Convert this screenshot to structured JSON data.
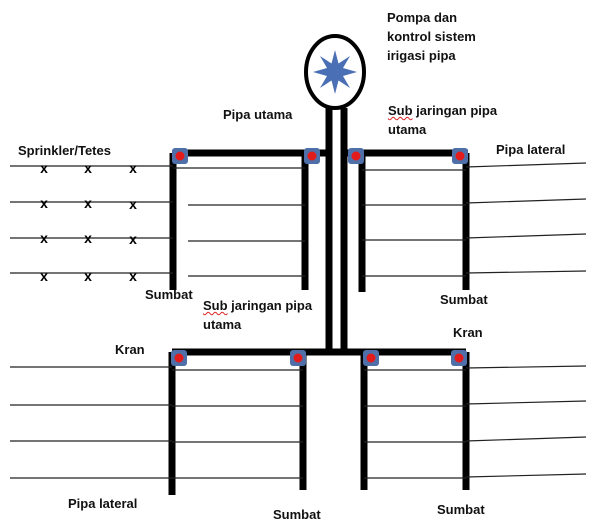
{
  "labels": {
    "pump_line1": "Pompa dan",
    "pump_line2": "kontrol sistem",
    "pump_line3": "irigasi pipa",
    "main_pipe": "Pipa utama",
    "sub_top_word": "Sub",
    "sub_top_rest": " jaringan pipa",
    "sub_top_line2": "utama",
    "sprinkler": "Sprinkler/Tetes",
    "lateral_top": "Pipa lateral",
    "plug_top_left": "Sumbat",
    "plug_top_right": "Sumbat",
    "sub_mid_word": "Sub",
    "sub_mid_rest": " jaringan pipa",
    "sub_mid_line2": "utama",
    "valve_left": "Kran",
    "valve_right": "Kran",
    "lateral_bottom": "Pipa lateral",
    "plug_bottom_mid": "Sumbat",
    "plug_bottom_right": "Sumbat"
  },
  "emitter_symbol": "x",
  "colors": {
    "pipe": "#000000",
    "valve_fill": "#4f6fa8",
    "valve_dot": "#e21b1b",
    "pump_star": "#4a6fb5",
    "lateral": "#222222"
  }
}
